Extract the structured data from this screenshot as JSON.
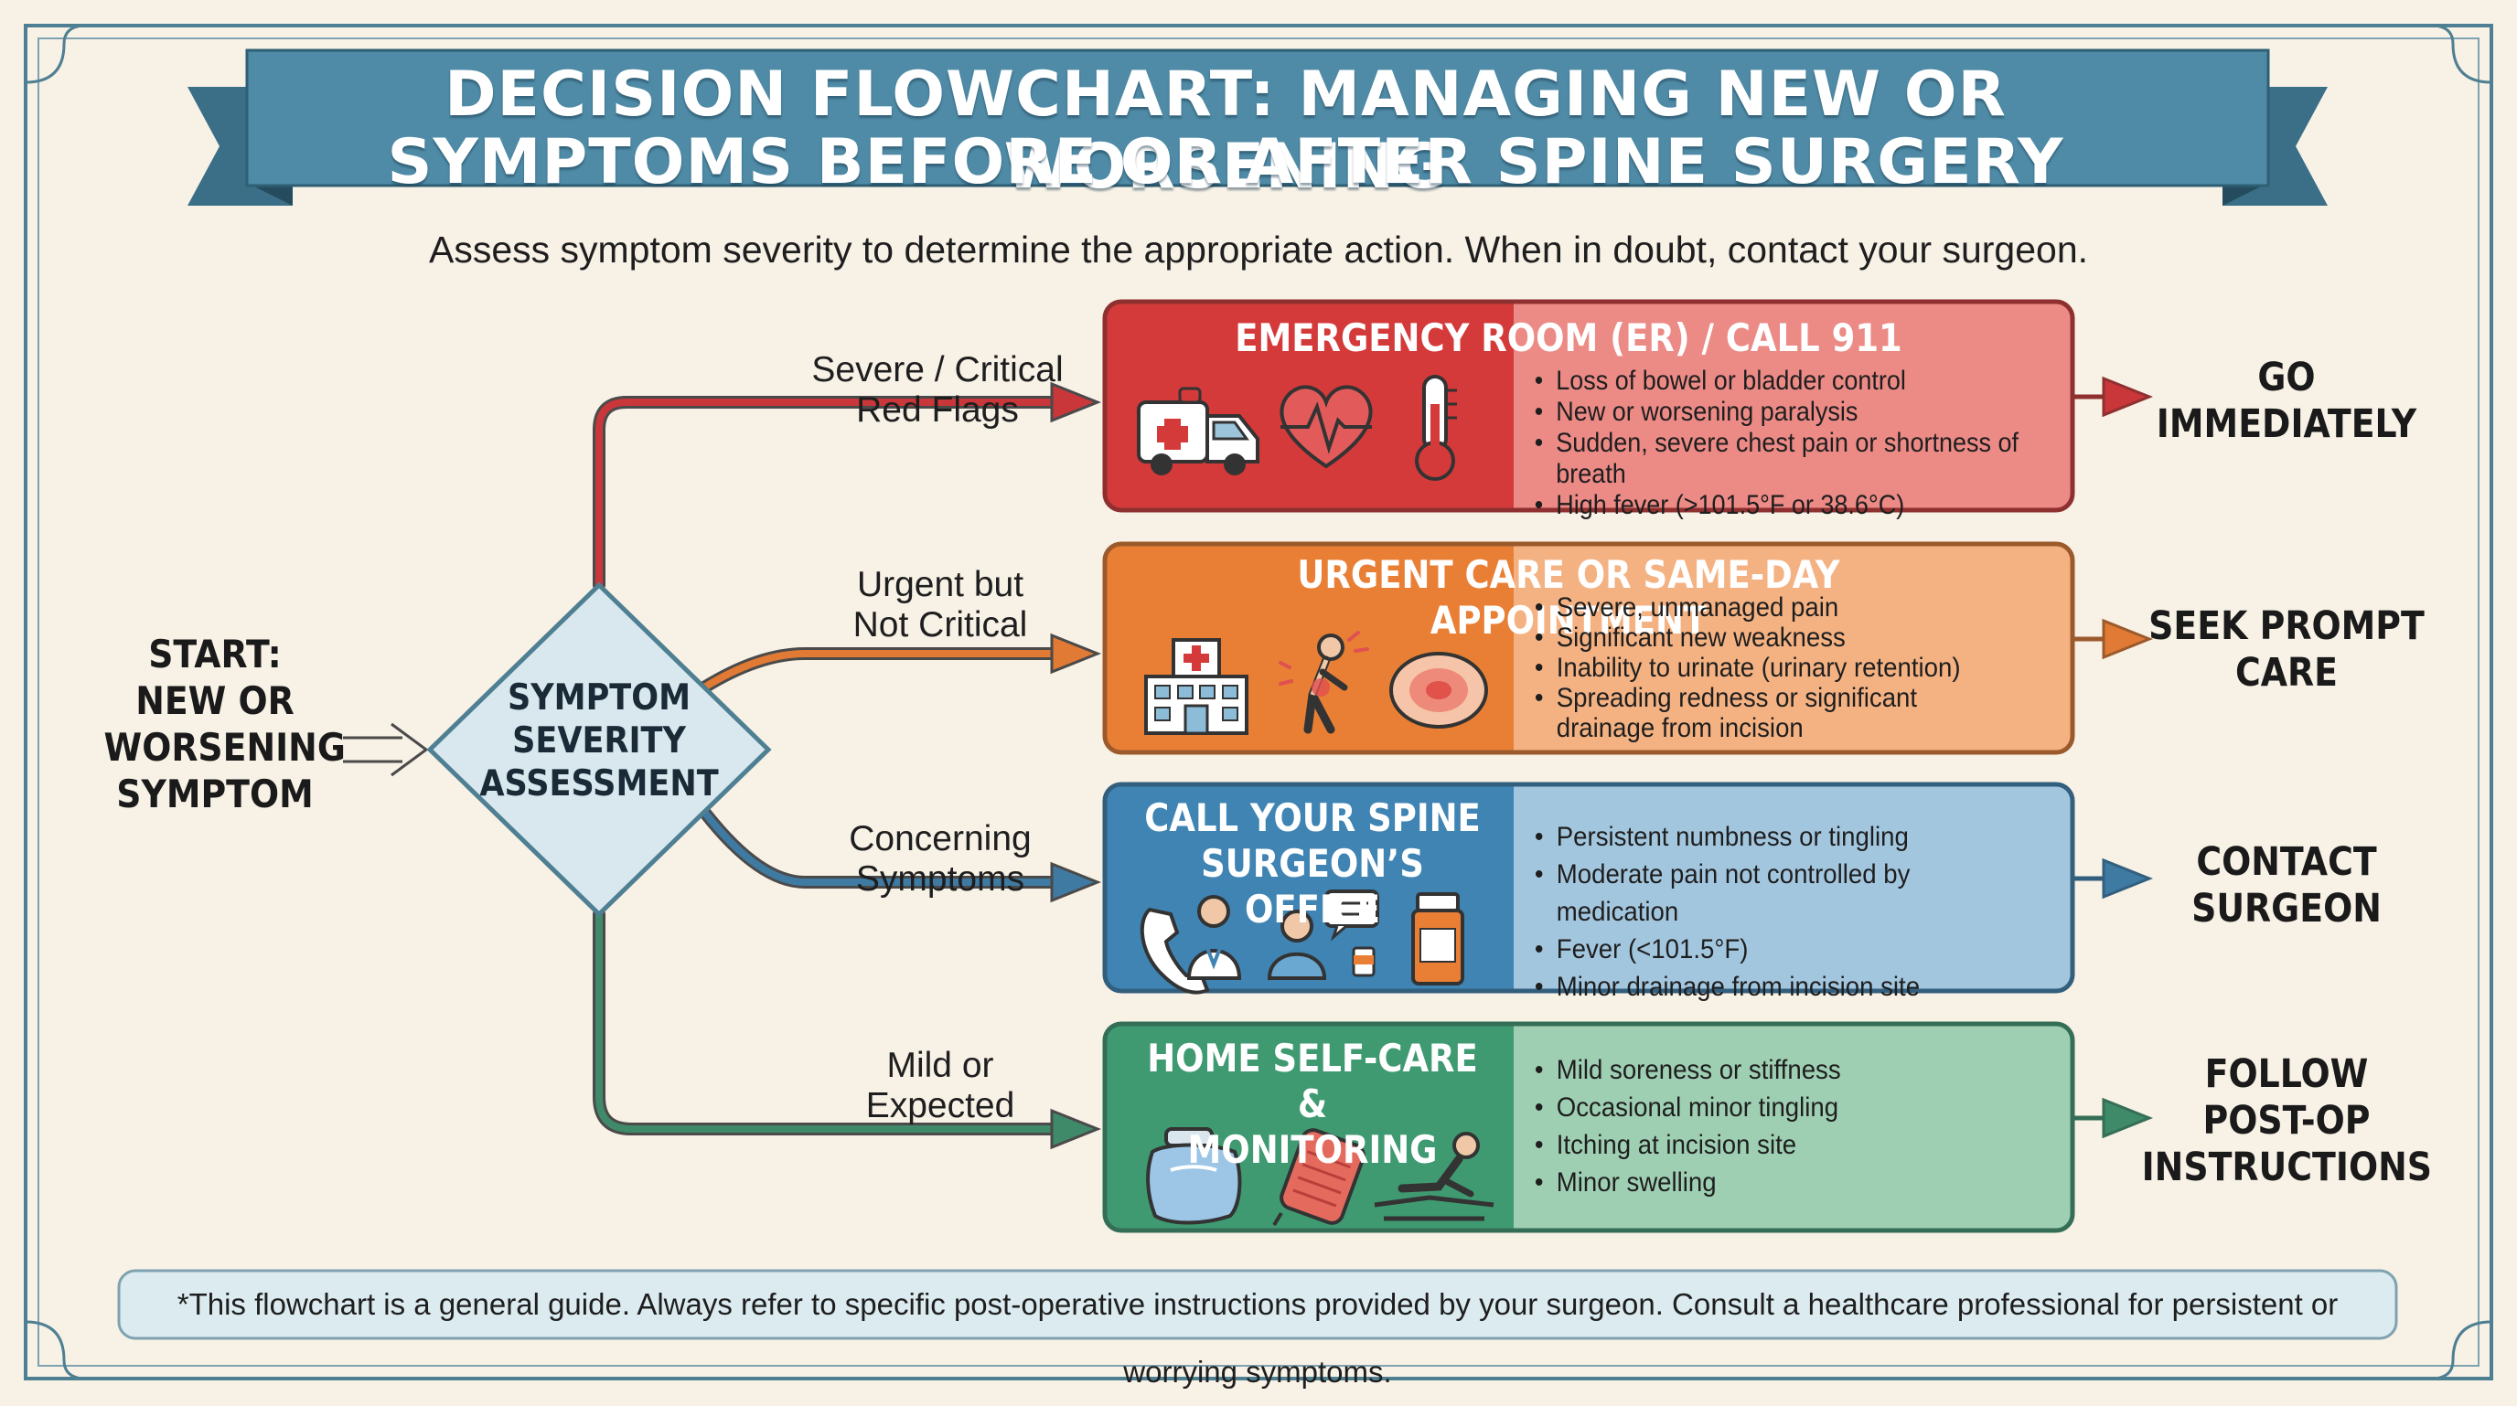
{
  "title": {
    "line1": "DECISION FLOWCHART: MANAGING NEW OR WORSENING",
    "line2": "SYMPTOMS BEFORE OR AFTER SPINE SURGERY"
  },
  "subtitle": "Assess symptom severity to determine the appropriate action. When in doubt, contact your surgeon.",
  "start": {
    "lines": [
      "START:",
      "NEW OR",
      "WORSENING",
      "SYMPTOM"
    ]
  },
  "assessment": {
    "lines": [
      "SYMPTOM",
      "SEVERITY",
      "ASSESSMENT"
    ]
  },
  "branches": [
    {
      "label_lines": [
        "Severe / Critical",
        "Red Flags"
      ],
      "box_title_lines": [
        "EMERGENCY ROOM (ER) / CALL 911"
      ],
      "icons": [
        "ambulance-icon",
        "heartbeat-icon",
        "thermometer-icon"
      ],
      "bullets": [
        "Loss of bowel or bladder control",
        "New or worsening paralysis",
        "Sudden, severe chest pain or shortness of breath",
        "High fever (>101.5°F or 38.6°C)"
      ],
      "outcome_lines": [
        "GO",
        "IMMEDIATELY"
      ],
      "colors": {
        "dark": "#d43a3a",
        "light": "#ec8a86",
        "border": "#8f3030",
        "line": "#c9373a"
      }
    },
    {
      "label_lines": [
        "Urgent but",
        "Not Critical"
      ],
      "box_title_lines": [
        "URGENT CARE OR SAME-DAY APPOINTMENT"
      ],
      "icons": [
        "hospital-icon",
        "back-pain-icon",
        "inflamed-skin-icon"
      ],
      "bullets": [
        "Severe, unmanaged pain",
        "Significant new weakness",
        "Inability to urinate (urinary retention)",
        "Spreading redness or significant drainage from incision"
      ],
      "outcome_lines": [
        "SEEK PROMPT",
        "CARE"
      ],
      "colors": {
        "dark": "#e97f35",
        "light": "#f4b283",
        "border": "#9c5a2c",
        "line": "#e07a35"
      }
    },
    {
      "label_lines": [
        "Concerning",
        "Symptoms"
      ],
      "box_title_lines": [
        "CALL YOUR SPINE",
        "SURGEON’S OFFICE"
      ],
      "icons": [
        "phone-doctor-icon",
        "patient-chat-icon",
        "medication-icon"
      ],
      "bullets": [
        "Persistent numbness or tingling",
        "Moderate pain not controlled by medication",
        "Fever (<101.5°F)",
        "Minor drainage from incision site"
      ],
      "outcome_lines": [
        "CONTACT",
        "SURGEON"
      ],
      "colors": {
        "dark": "#3f84b3",
        "light": "#a3c6df",
        "border": "#335f7e",
        "line": "#3f7aa3"
      }
    },
    {
      "label_lines": [
        "Mild or",
        "Expected"
      ],
      "box_title_lines": [
        "HOME SELF-CARE &",
        "MONITORING"
      ],
      "icons": [
        "ice-pack-icon",
        "heat-pad-icon",
        "resting-person-icon"
      ],
      "bullets": [
        "Mild soreness or stiffness",
        "Occasional minor tingling",
        "Itching at incision site",
        "Minor swelling"
      ],
      "outcome_lines": [
        "FOLLOW",
        "POST-OP",
        "INSTRUCTIONS"
      ],
      "colors": {
        "dark": "#3f9a72",
        "light": "#9fcfb3",
        "border": "#356e56",
        "line": "#3f8a68"
      }
    }
  ],
  "footnote": "*This flowchart is a general guide. Always refer to specific post-operative instructions provided by your surgeon. Consult a healthcare professional for persistent or worrying symptoms.",
  "colors": {
    "background": "#f7f1e6",
    "banner": "#4f8ba6",
    "banner_dark": "#3a6f87",
    "frame": "#4f7f92"
  }
}
